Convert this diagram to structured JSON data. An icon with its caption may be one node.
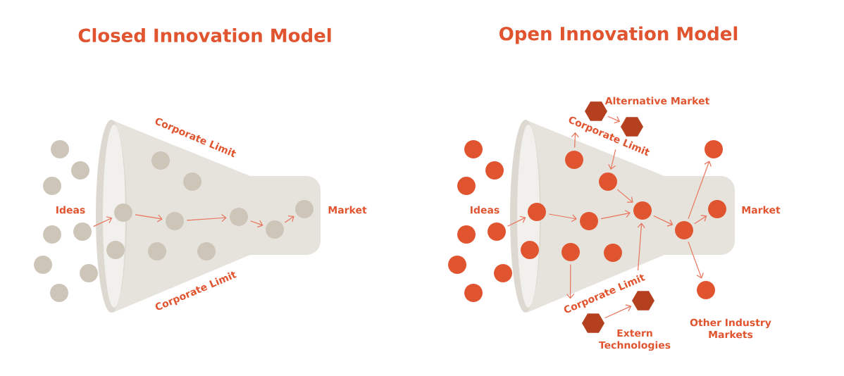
{
  "diagram": {
    "nodes": [
      {
        "text": [],
        "shape": "circle"
      },
      {
        "text": [],
        "shape": "circle"
      },
      {
        "text": [],
        "shape": "circle"
      },
      {
        "text": [],
        "shape": "circle"
      },
      {
        "text": [],
        "shape": "circle"
      },
      {
        "text": [],
        "shape": "circle"
      },
      {
        "text": [],
        "shape": "circle"
      },
      {
        "text": [],
        "shape": "circle"
      },
      {
        "text": [],
        "shape": "circle"
      },
      {
        "text": [],
        "shape": "circle"
      },
      {
        "text": [],
        "shape": "circle"
      },
      {
        "text": [],
        "shape": "circle"
      },
      {
        "text": [],
        "shape": "circle"
      },
      {
        "text": [],
        "shape": "circle"
      },
      {
        "text": [],
        "shape": "circle"
      },
      {
        "text": [],
        "shape": "circle"
      },
      {
        "text": [],
        "shape": "circle"
      },
      {
        "text": [],
        "shape": "circle"
      },
      {
        "text": [],
        "shape": "circle"
      },
      {
        "text": [],
        "shape": "circle"
      },
      {
        "text": [],
        "shape": "circle"
      },
      {
        "text": [],
        "shape": "circle"
      },
      {
        "text": [],
        "shape": "circle"
      },
      {
        "text": [],
        "shape": "circle"
      },
      {
        "text": [],
        "shape": "circle"
      },
      {
        "text": [],
        "shape": "circle"
      },
      {
        "text": [],
        "shape": "circle"
      },
      {
        "text": [],
        "shape": "circle"
      },
      {
        "text": [],
        "shape": "circle"
      },
      {
        "text": [],
        "shape": "circle"
      },
      {
        "text": [],
        "shape": "circle"
      },
      {
        "text": [],
        "shape": "circle"
      },
      {
        "text": [],
        "shape": "circle"
      },
      {
        "text": [],
        "shape": "circle"
      },
      {
        "text": [],
        "shape": "circle"
      },
      {
        "text": [],
        "shape": "circle"
      },
      {
        "text": [],
        "shape": "circle",
        "beside": [
          "Other Industry Markets"
        ]
      },
      {
        "text": [],
        "shape": "circle"
      },
      {
        "text": [],
        "shape": "hexagon"
      },
      {
        "text": [],
        "shape": "hexagon"
      },
      {
        "text": [],
        "shape": "hexagon"
      },
      {
        "text": [],
        "shape": "hexagon"
      },
      {
        "text": [
          "Corporate Limit"
        ]
      },
      {
        "text": [
          "Corporate Limit"
        ]
      }
    ],
    "edges": [
      {
        "from": 10,
        "to": 5,
        "arrow": "to"
      },
      {
        "from": 5,
        "to": 8,
        "arrow": "to"
      },
      {
        "from": 8,
        "to": 7,
        "arrow": "to"
      },
      {
        "from": 7,
        "to": 9,
        "arrow": "to"
      },
      {
        "from": 9,
        "to": 6,
        "arrow": "to"
      },
      {
        "from": 29,
        "to": 26,
        "arrow": "to"
      },
      {
        "from": 26,
        "to": 27,
        "arrow": "to"
      },
      {
        "from": 27,
        "to": 25,
        "arrow": "to"
      },
      {
        "from": 22,
        "to": 25,
        "arrow": "to"
      },
      {
        "from": 25,
        "to": 28,
        "arrow": "to"
      },
      {
        "from": 28,
        "to": 24,
        "arrow": "to"
      },
      {
        "from": 28,
        "to": 19,
        "arrow": "to"
      },
      {
        "from": 28,
        "to": 36,
        "arrow": "to"
      },
      {
        "from": 20,
        "to": 42,
        "arrow": "to"
      },
      {
        "from": 42,
        "to": 22,
        "arrow": "to"
      },
      {
        "from": 32,
        "to": 43,
        "arrow": "to"
      },
      {
        "from": 43,
        "to": 25,
        "arrow": "to"
      },
      {
        "from": 38,
        "to": 39,
        "arrow": "to"
      },
      {
        "from": 41,
        "to": 40,
        "arrow": "to"
      }
    ],
    "labels": [
      "Closed Innovation Model",
      "Open Innovation Model",
      "Alternative Market",
      "Corporate Limit",
      "Ideas",
      "Market",
      "Ideas",
      "Market",
      "Corporate Limit",
      "Extern Technologies"
    ]
  }
}
